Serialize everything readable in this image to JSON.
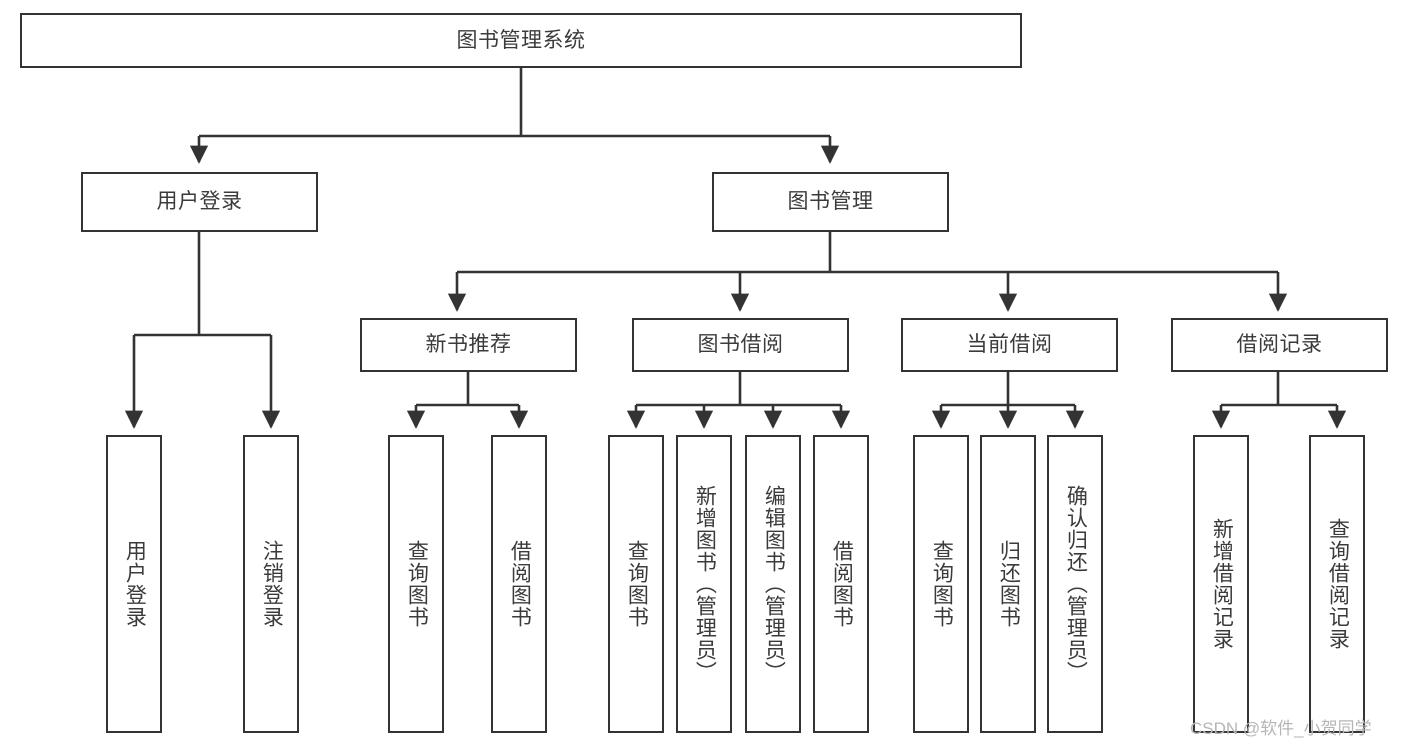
{
  "diagram": {
    "type": "hierarchy-tree",
    "title": "图书管理系统",
    "watermark": "CSDN @软件_小贺同学",
    "colors": {
      "border": "#333333",
      "text": "#3b3b3b",
      "background": "#ffffff",
      "watermark": "#b6b6b6"
    },
    "nodes": {
      "root": {
        "label": "图书管理系统"
      },
      "level1": [
        {
          "label": "用户登录"
        },
        {
          "label": "图书管理"
        }
      ],
      "level2": [
        {
          "label": "新书推荐"
        },
        {
          "label": "图书借阅"
        },
        {
          "label": "当前借阅"
        },
        {
          "label": "借阅记录"
        }
      ],
      "leaves": [
        {
          "label": "用户登录"
        },
        {
          "label": "注销登录"
        },
        {
          "label": "查询图书"
        },
        {
          "label": "借阅图书"
        },
        {
          "label": "查询图书"
        },
        {
          "label": "新增图书（管理员）"
        },
        {
          "label": "编辑图书（管理员）"
        },
        {
          "label": "借阅图书"
        },
        {
          "label": "查询图书"
        },
        {
          "label": "归还图书"
        },
        {
          "label": "确认归还（管理员）"
        },
        {
          "label": "新增借阅记录"
        },
        {
          "label": "查询借阅记录"
        }
      ]
    }
  }
}
